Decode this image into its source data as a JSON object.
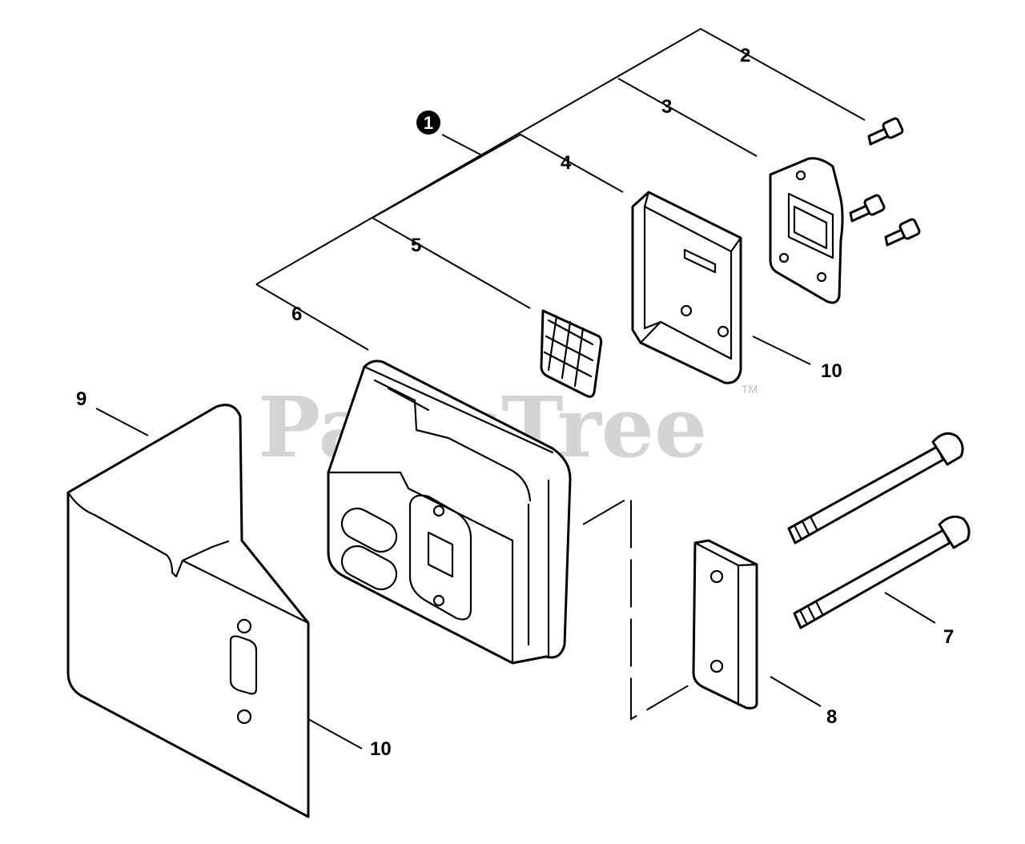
{
  "watermark": {
    "text": "PartsTree",
    "trademark": "TM"
  },
  "callouts": {
    "kit": "1",
    "screw_top": "2",
    "plate": "3",
    "cover": "4",
    "screen": "5",
    "muffler": "6",
    "bolt": "7",
    "spacer": "8",
    "shield": "9",
    "label_cover": "10",
    "label_shield": "10"
  }
}
